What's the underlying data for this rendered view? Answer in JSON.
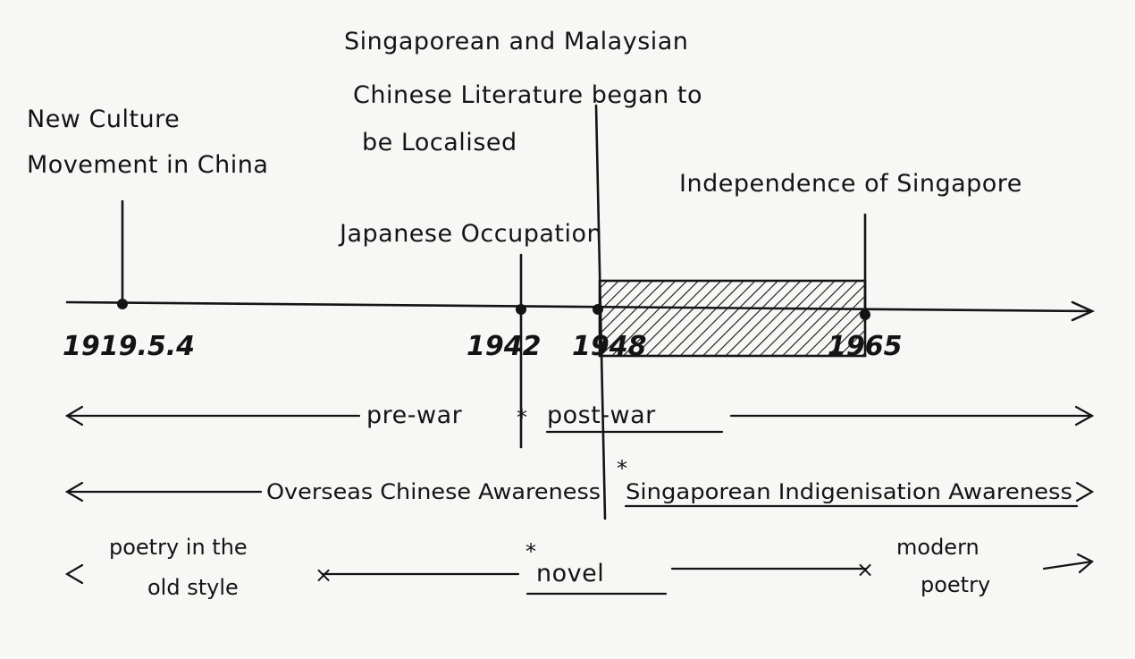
{
  "events": {
    "new_culture": {
      "line1": "New Culture",
      "line2": "Movement in China",
      "date": "1919.5.4"
    },
    "japanese": {
      "label": "Japanese Occupation",
      "date": "1942"
    },
    "localised": {
      "line1": "Singaporean and Malaysian",
      "line2": "Chinese Literature began to",
      "line3": "be Localised",
      "date": "1948"
    },
    "independence": {
      "label": "Independence of Singapore",
      "date": "1965"
    }
  },
  "rows": {
    "war": {
      "pre": "pre-war",
      "star": "*",
      "post": "post-war"
    },
    "awareness": {
      "overseas": "Overseas Chinese Awareness",
      "star": "*",
      "singaporean": "Singaporean Indigenisation Awareness"
    },
    "genre": {
      "old_line1": "poetry in the",
      "old_line2": "old style",
      "star": "*",
      "novel": "novel",
      "modern_line1": "modern",
      "modern_line2": "poetry"
    }
  },
  "colors": {
    "ink": "#141414",
    "paper": "#f7f7f5"
  }
}
